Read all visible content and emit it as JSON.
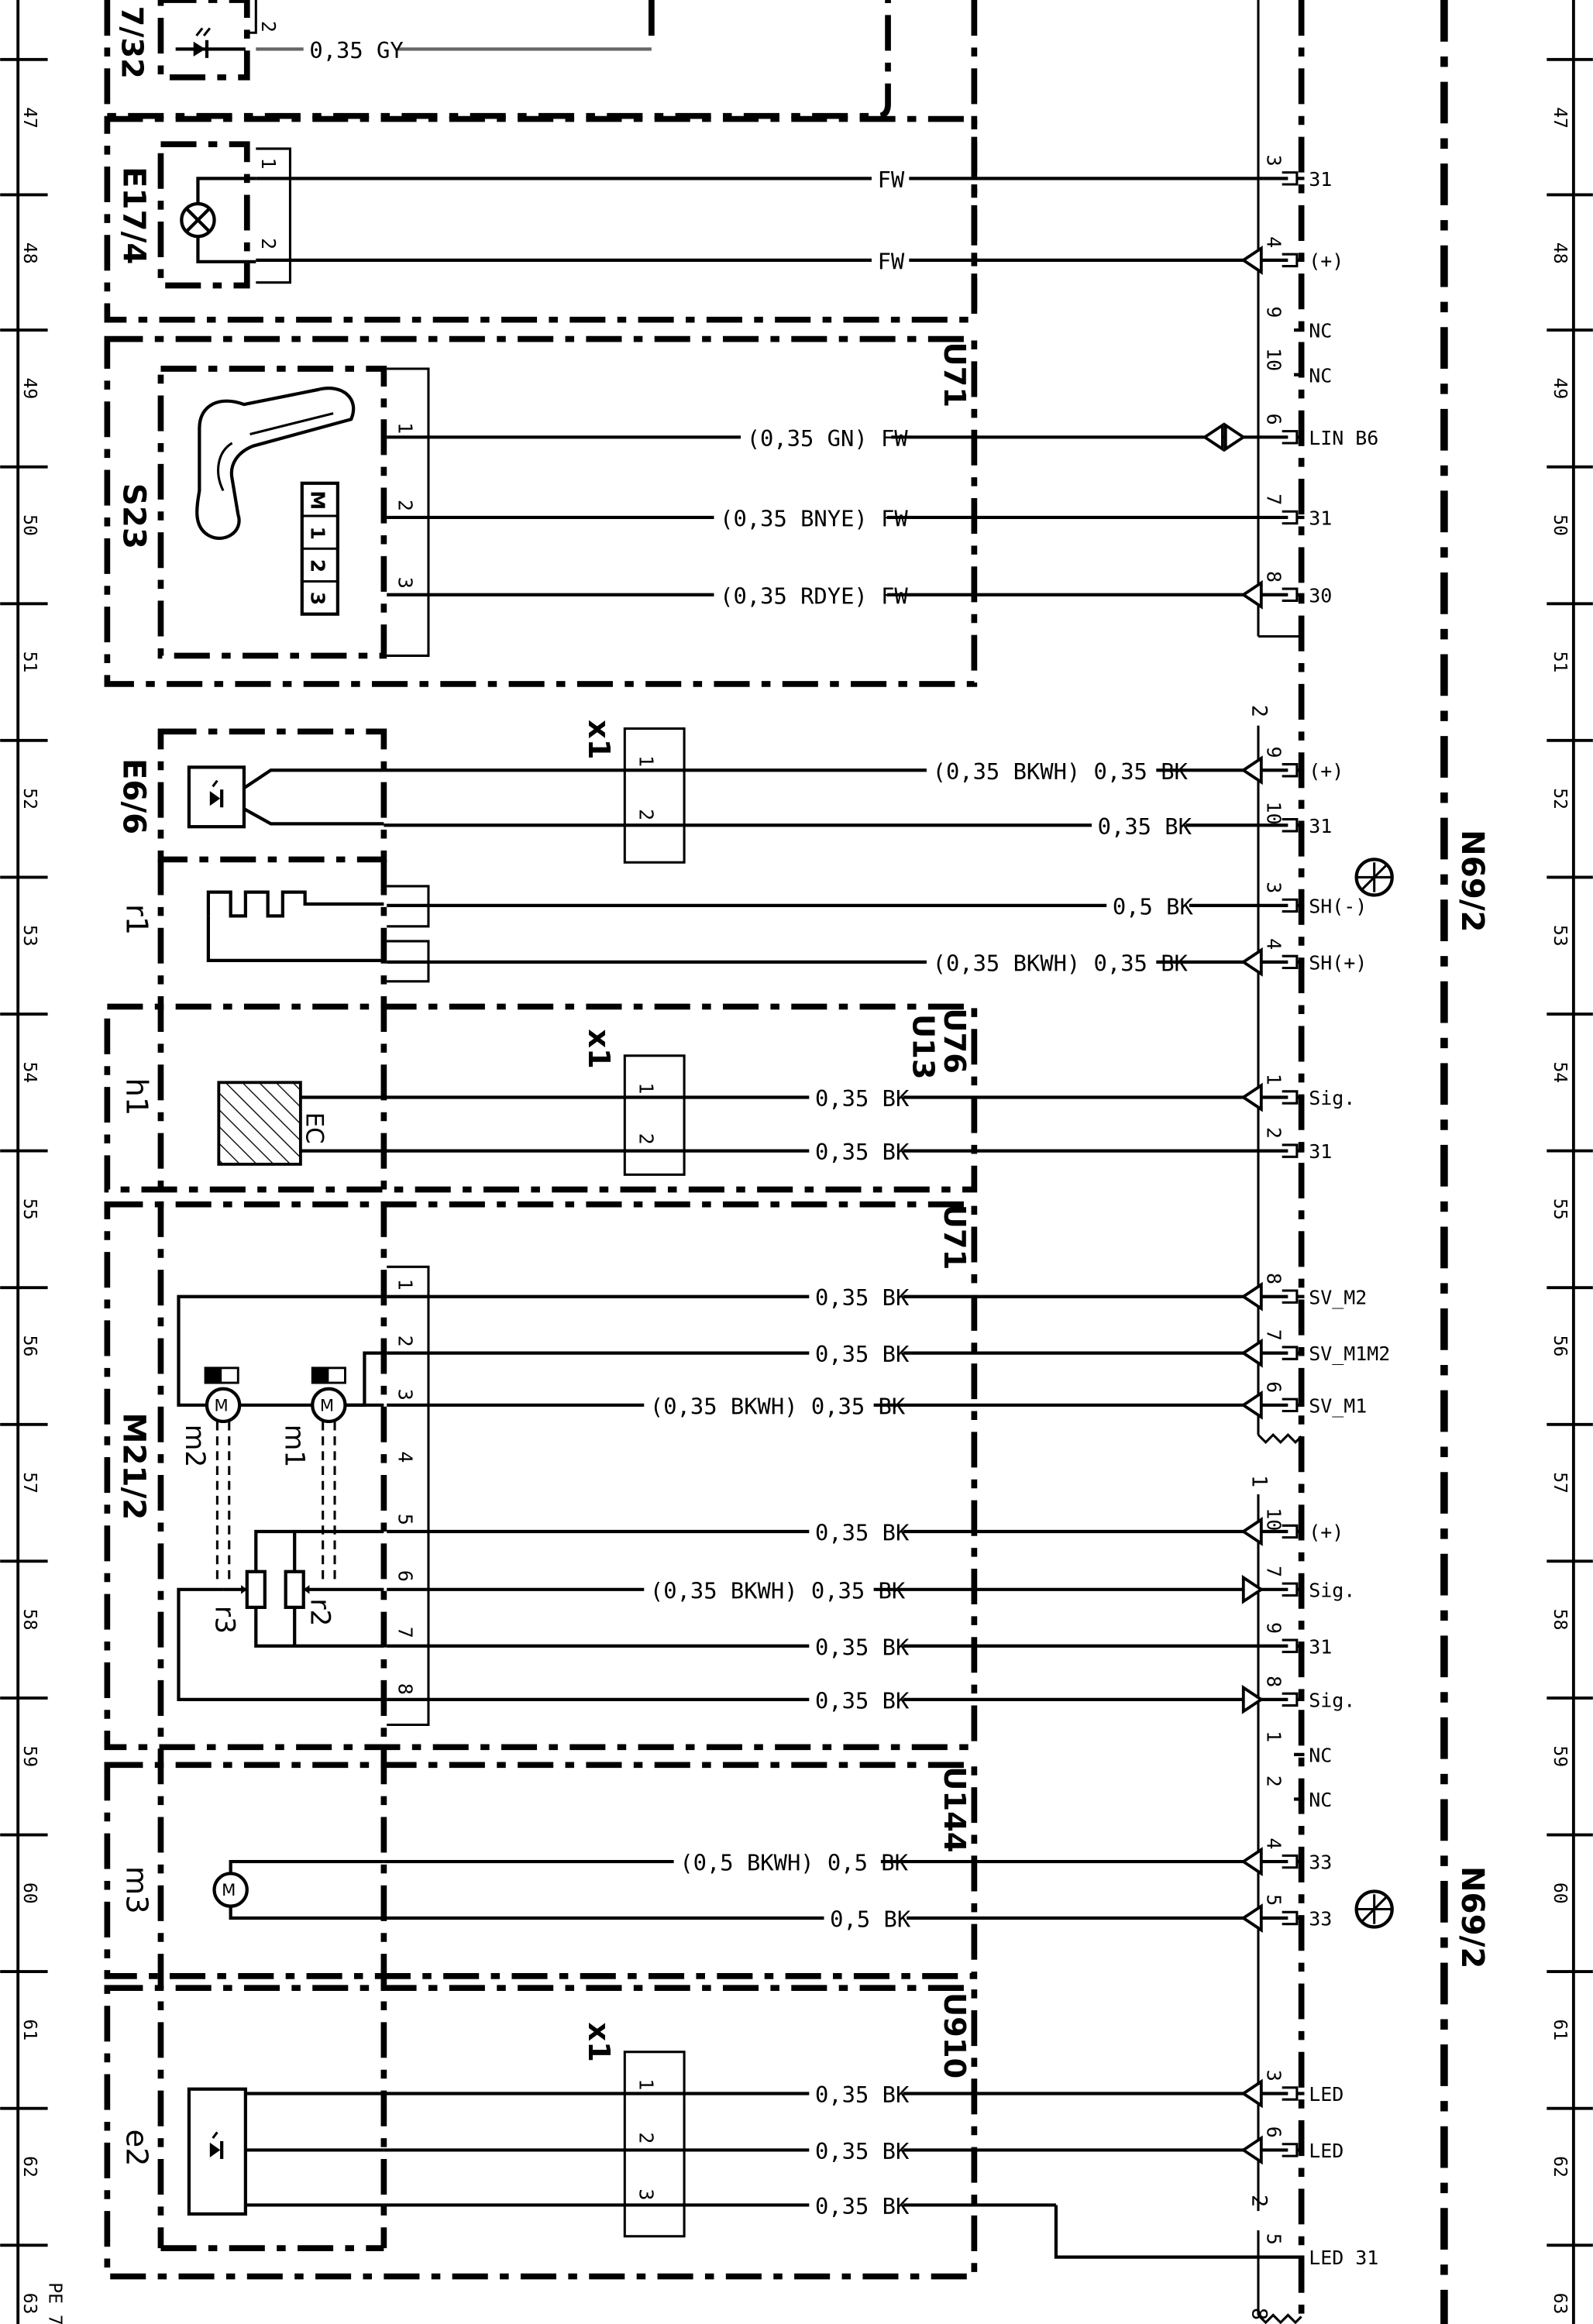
{
  "labels": {
    "e7_32": "7/32",
    "e17_4": "E17/4",
    "s23": "S23",
    "e6_6": "E6/6",
    "r1": "r1",
    "h1": "h1",
    "m21_2": "M21/2",
    "m3": "m3",
    "e2": "e2",
    "m2": "m2",
    "m1": "m1",
    "r3": "r3",
    "r2": "r2",
    "x1": "x1",
    "u71": "U71",
    "u76": "U76",
    "u13": "U13",
    "u144": "U144",
    "u910": "U910",
    "n69_2": "N69/2",
    "ec": "EC",
    "pe": "PE 7"
  },
  "switch_keys": [
    "M",
    "1",
    "2",
    "3"
  ],
  "grid_numbers": [
    "47",
    "48",
    "49",
    "50",
    "51",
    "52",
    "53",
    "54",
    "55",
    "56",
    "57",
    "58",
    "59",
    "60",
    "61",
    "62",
    "63"
  ],
  "wire_labels": [
    "0,35 GY",
    "FW",
    "FW",
    "(0,35 GN) FW",
    "(0,35 BNYE) FW",
    "(0,35 RDYE) FW",
    "(0,35 BKWH) 0,35 BK",
    "0,35 BK",
    "0,5 BK",
    "(0,35 BKWH) 0,35 BK",
    "0,35 BK",
    "0,35 BK",
    "0,35 BK",
    "0,35 BK",
    "(0,35 BKWH) 0,35 BK",
    "0,35 BK",
    "(0,35 BKWH) 0,35 BK",
    "0,35 BK",
    "0,35 BK",
    "(0,5 BKWH) 0,5 BK",
    "0,5 BK",
    "0,35 BK",
    "0,35 BK",
    "0,35 BK"
  ],
  "pins_left": [
    "2",
    "1",
    "2",
    "1",
    "2",
    "3",
    "1",
    "2",
    "1",
    "2",
    "1",
    "2",
    "3",
    "4",
    "5",
    "6",
    "7",
    "8",
    "1",
    "2",
    "3"
  ],
  "pins_right": [
    "3",
    "4",
    "9",
    "10",
    "6",
    "7",
    "8",
    "9",
    "10",
    "3",
    "4",
    "1",
    "2",
    "8",
    "7",
    "6",
    "10",
    "7",
    "9",
    "8",
    "1",
    "2",
    "4",
    "5",
    "3",
    "6",
    "5"
  ],
  "terminals": [
    "31",
    "(+)",
    "NC",
    "NC",
    "LIN B6",
    "31",
    "30",
    "(+)",
    "31",
    "SH(-)",
    "SH(+)",
    "Sig.",
    "31",
    "SV_M2",
    "SV_M1M2",
    "SV_M1",
    "(+)",
    "Sig.",
    "31",
    "Sig.",
    "NC",
    "NC",
    "33",
    "33",
    "LED",
    "LED",
    "LED 31"
  ],
  "connector_numbers": [
    "2",
    "1",
    "2",
    "8"
  ]
}
